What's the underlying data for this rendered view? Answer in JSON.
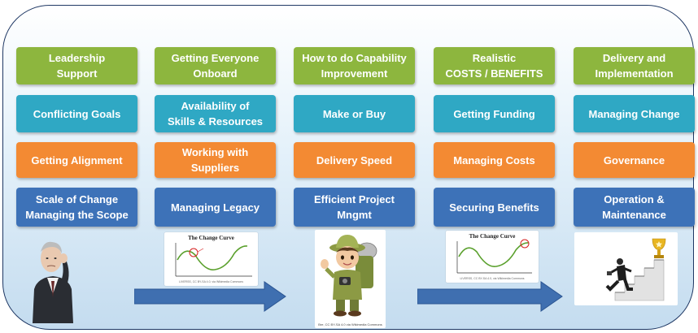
{
  "rows": [
    {
      "color": "green",
      "items": [
        "Leadership\nSupport",
        "Getting Everyone\nOnboard",
        "How to do Capability\nImprovement",
        "Realistic\nCOSTS / BENEFITS",
        "Delivery and\nImplementation"
      ]
    },
    {
      "color": "teal",
      "items": [
        "Conflicting Goals",
        "Availability of\nSkills & Resources",
        "Make or Buy",
        "Getting Funding",
        "Managing Change"
      ]
    },
    {
      "color": "orange",
      "items": [
        "Getting Alignment",
        "Working with Suppliers",
        "Delivery Speed",
        "Managing Costs",
        "Governance"
      ]
    },
    {
      "color": "blue",
      "items": [
        "Scale of Change\nManaging the Scope",
        "Managing Legacy",
        "Efficient Project\nMngmt",
        "Securing Benefits",
        "Operation &\nMaintenance"
      ]
    }
  ],
  "images": {
    "change_curve_title": "The Change Curve",
    "change_curve_caption": "LIVERSS, CC BY-SA 4.0, via Wikimedia Commons",
    "explorer_caption": "Bre, CC BY-SA 4.0 via Wikimedia Commons"
  },
  "colors": {
    "green": "#8db63e",
    "teal": "#2fa8c4",
    "orange": "#f38a33",
    "blue": "#3d72b8",
    "arrow": "#3f6fb0"
  }
}
